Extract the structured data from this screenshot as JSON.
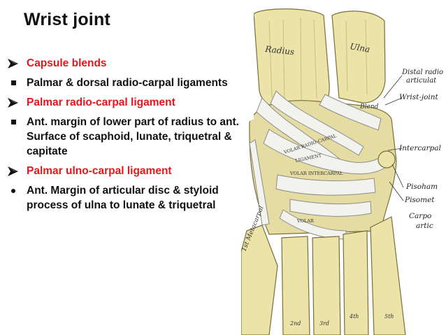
{
  "slide": {
    "title": "Wrist joint",
    "colors": {
      "accent_red": "#e8151b",
      "text": "#111111",
      "bone": "#ece3a8"
    },
    "bullets": [
      {
        "marker": "arrow-bullet-icon",
        "color": "red",
        "text": "Capsule blends"
      },
      {
        "marker": "square-bullet-icon",
        "color": "black",
        "text": "Palmar & dorsal radio-carpal ligaments"
      },
      {
        "marker": "arrow-bullet-icon",
        "color": "red",
        "text": "Palmar radio-carpal ligament"
      },
      {
        "marker": "square-bullet-icon",
        "color": "black",
        "text": "Ant. margin of lower part of radius to ant. Surface of scaphoid, lunate, triquetral & capitate"
      },
      {
        "marker": "arrow-bullet-icon",
        "color": "red",
        "text": "Palmar ulno-carpal ligament"
      },
      {
        "marker": "dot-bullet-icon",
        "color": "black",
        "text": "Ant.  Margin of articular disc & styloid process of  ulna to lunate & triquetral"
      }
    ]
  },
  "figure": {
    "bone_labels": {
      "radius": "Radius",
      "ulna": "Ulna",
      "metacarpal": "1st Metacarpal",
      "m2": "2nd",
      "m3": "3rd",
      "m4": "4th",
      "m5": "5th"
    },
    "ligament_labels": {
      "volar_radio_carpal": "VOLAR RADIO-CARPAL",
      "ligament": "LIGAMENT",
      "volar_intercarpal": "VOLAR INTERCARPAL",
      "volar": "VOLAR",
      "blend": "Blend"
    },
    "callouts": {
      "distal_radio_articulation": "Distal radio articulat",
      "wrist_joint": "Wrist-joint",
      "intercarpal": "Intercarpal",
      "pisohamate": "Pisoham",
      "pisometacarpal": "Pisomet",
      "carpometacarpal": "Carpo artic"
    }
  }
}
